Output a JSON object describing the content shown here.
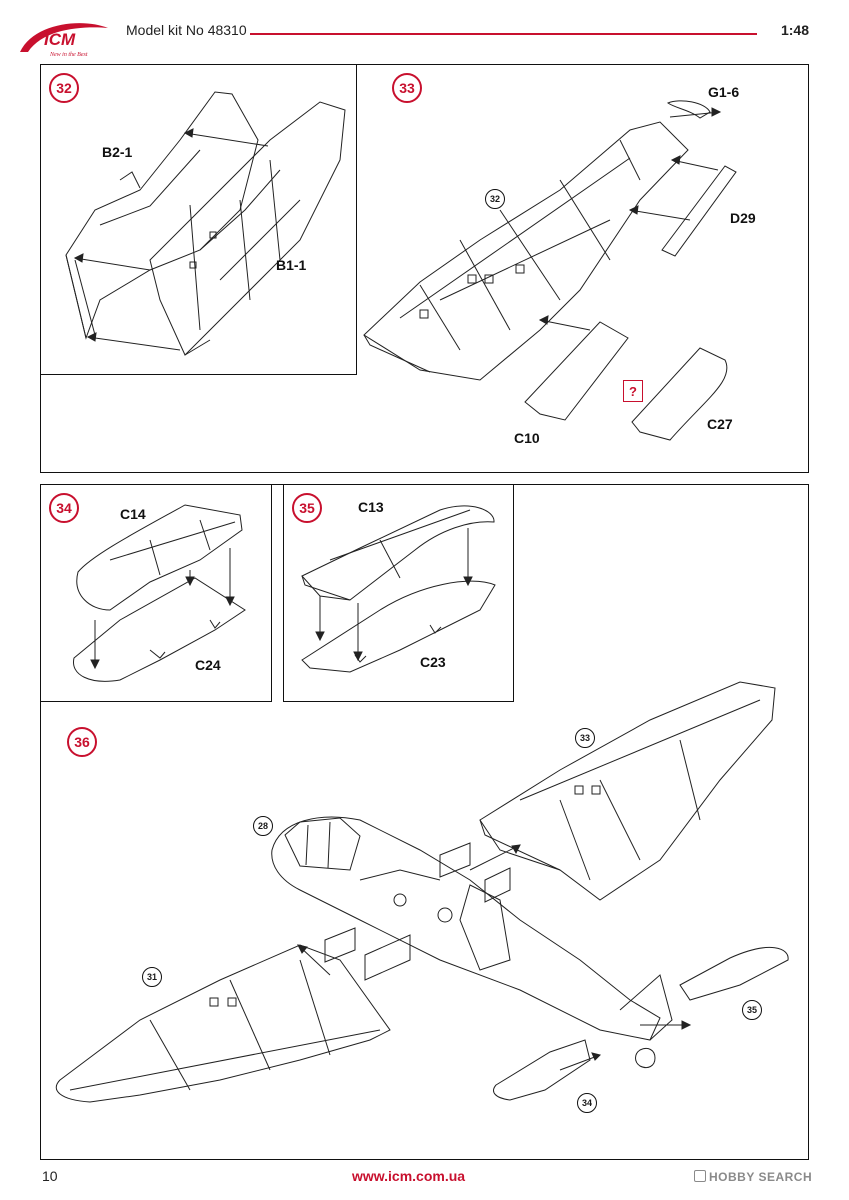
{
  "header": {
    "logo_text": "ICM",
    "logo_tagline": "New in the Best",
    "model_kit": "Model kit No 48310",
    "scale": "1:48"
  },
  "steps": {
    "s32": {
      "number": "32",
      "parts": [
        "B2-1",
        "B1-1"
      ]
    },
    "s33": {
      "number": "33",
      "ref": "32",
      "parts": [
        "G1-6",
        "D29",
        "C10",
        "C27"
      ],
      "note": "?"
    },
    "s34": {
      "number": "34",
      "parts": [
        "C14",
        "C24"
      ]
    },
    "s35": {
      "number": "35",
      "parts": [
        "C13",
        "C23"
      ]
    },
    "s36": {
      "number": "36",
      "refs": [
        "33",
        "28",
        "31",
        "35",
        "34"
      ]
    }
  },
  "footer": {
    "page_number": "10",
    "url": "www.icm.com.ua",
    "watermark": "HOBBY SEARCH"
  },
  "colors": {
    "accent": "#c8102e",
    "line": "#111111"
  }
}
